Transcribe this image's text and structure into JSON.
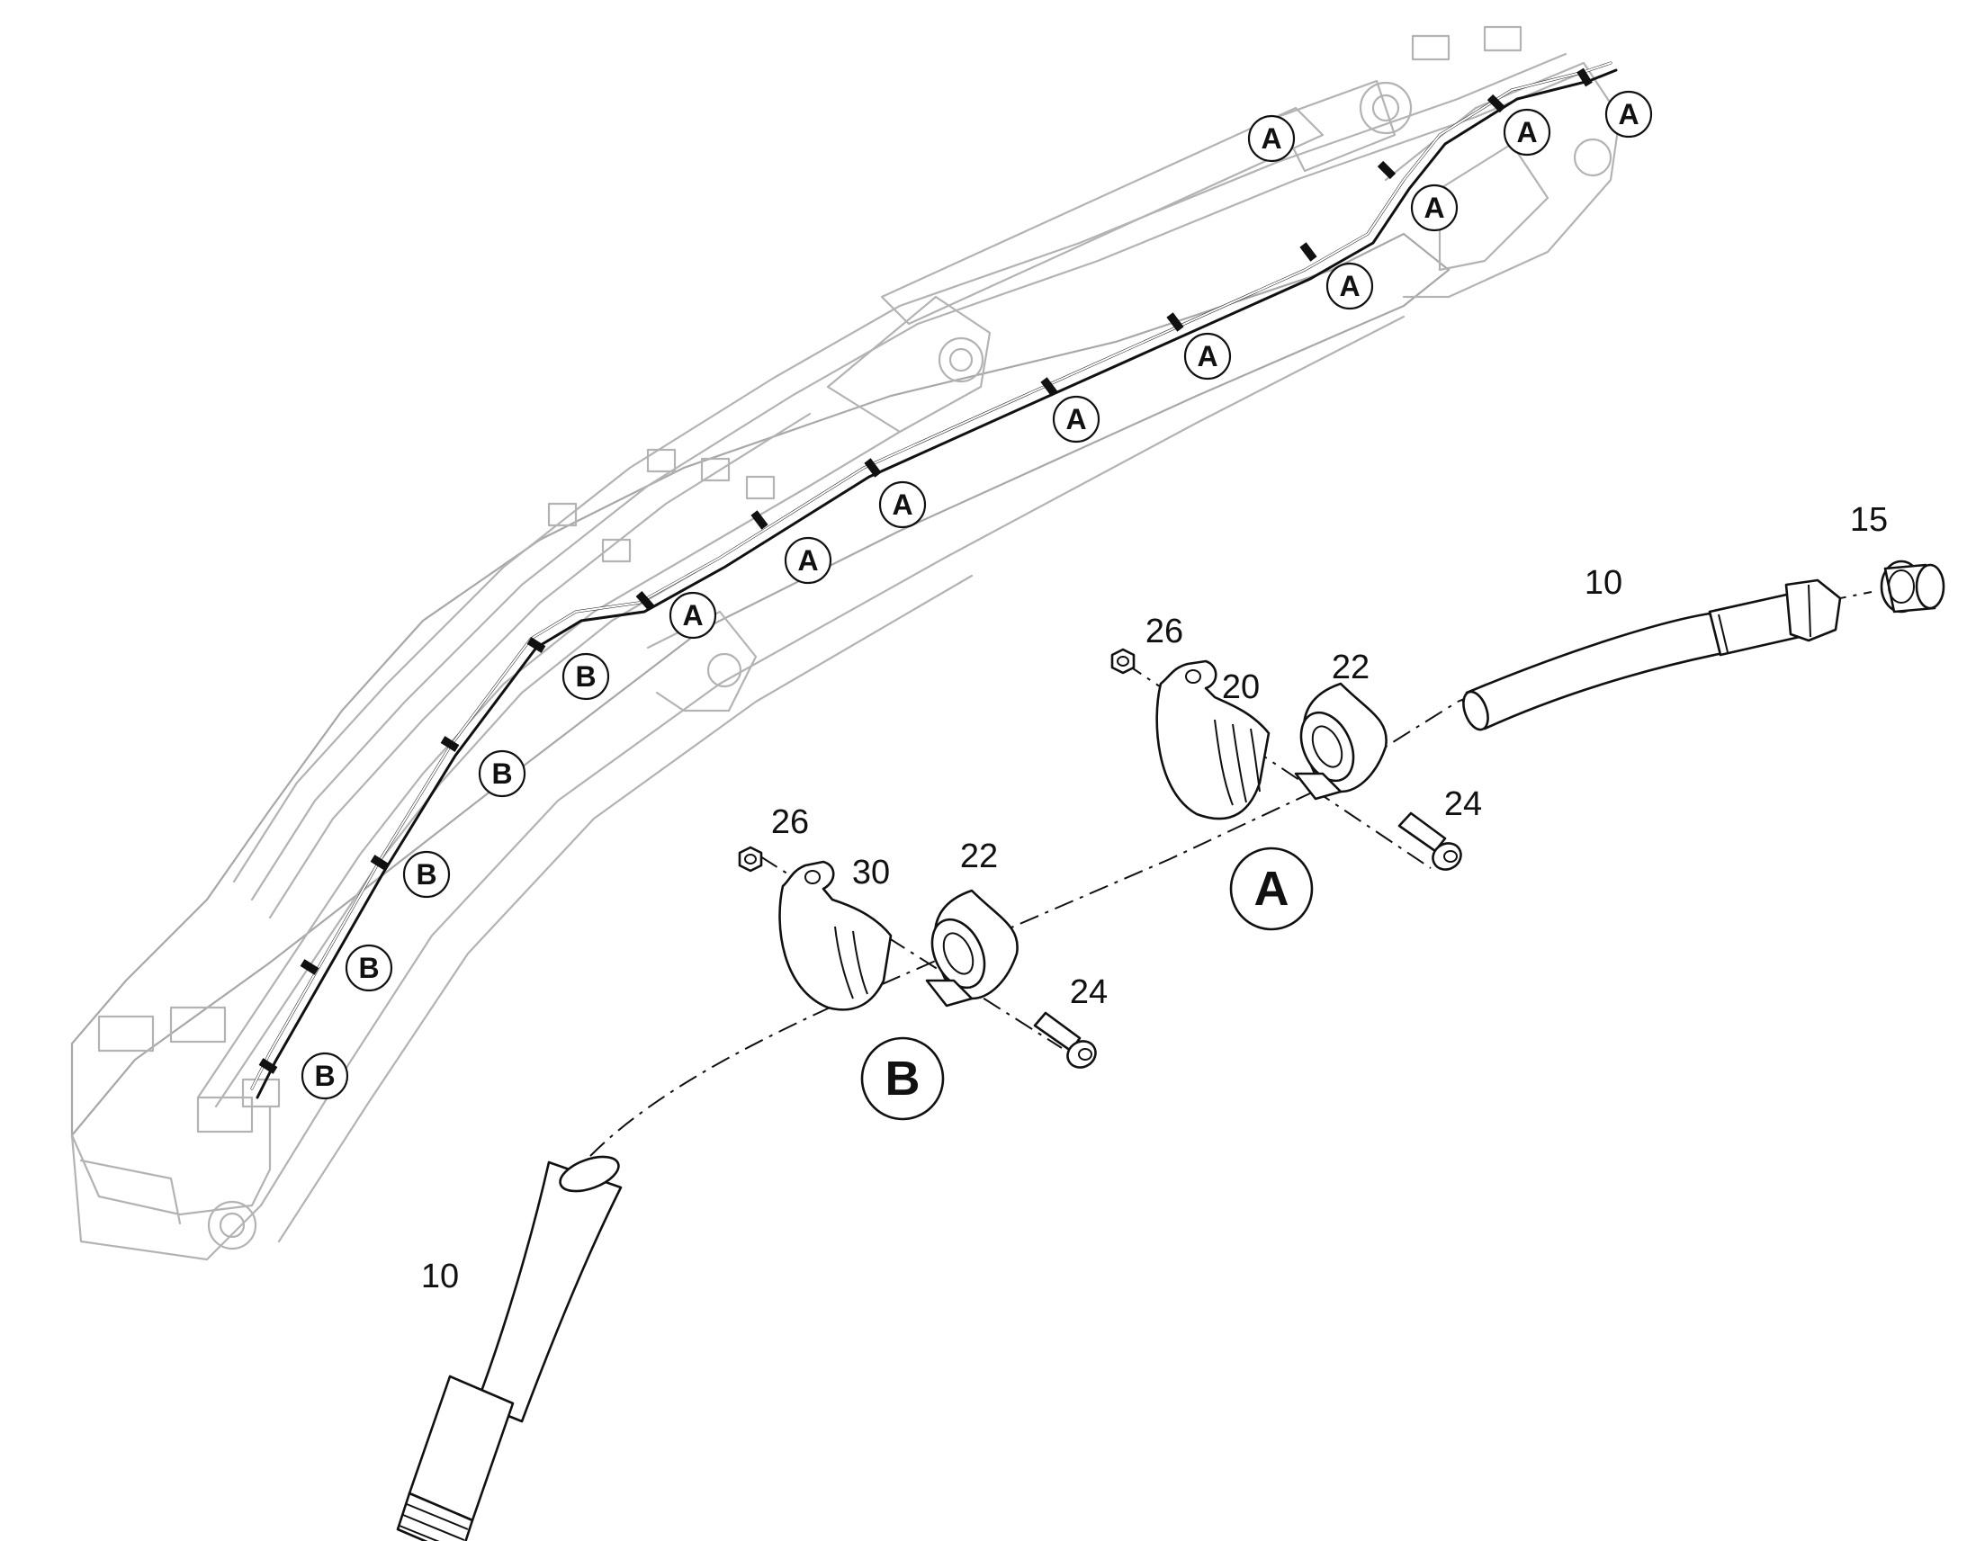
{
  "callouts_A": [
    "A",
    "A",
    "A",
    "A",
    "A",
    "A",
    "A",
    "A",
    "A",
    "A"
  ],
  "callouts_B": [
    "B",
    "B",
    "B",
    "B",
    "B"
  ],
  "detail_A": "A",
  "detail_B": "B",
  "parts": {
    "hose_upper": "10",
    "hose_lower": "10",
    "fitting": "15",
    "clamp_A": "20",
    "clamp_B": "30",
    "sleeve_A": "22",
    "sleeve_B": "22",
    "nut_A": "26",
    "nut_B": "26",
    "screw_A": "24",
    "screw_B": "24"
  }
}
